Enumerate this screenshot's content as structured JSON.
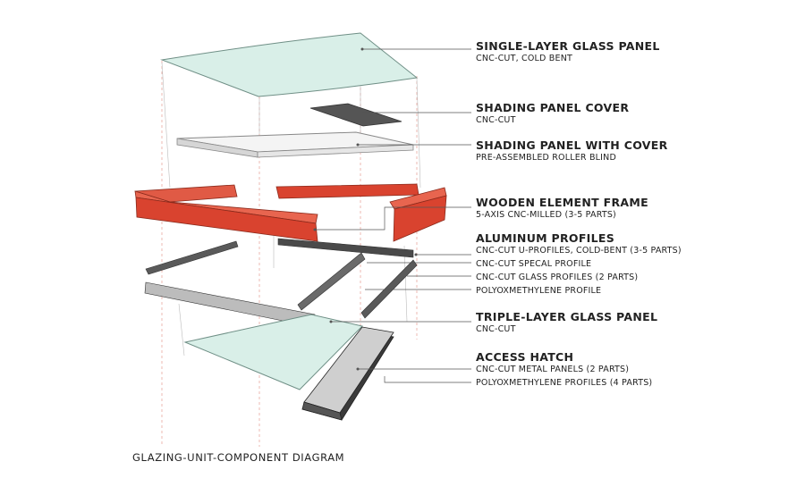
{
  "components": [
    {
      "title": "SINGLE-LAYER GLASS PANEL",
      "subs": [
        "CNC-CUT, COLD BENT"
      ]
    },
    {
      "title": "SHADING PANEL COVER",
      "subs": [
        "CNC-CUT"
      ]
    },
    {
      "title": "SHADING PANEL WITH COVER",
      "subs": [
        "PRE-ASSEMBLED ROLLER BLIND"
      ]
    },
    {
      "title": "WOODEN ELEMENT FRAME",
      "subs": [
        "5-AXIS CNC-MILLED (3-5 PARTS)"
      ]
    },
    {
      "title": "ALUMINUM PROFILES",
      "subs": [
        "CNC-CUT U-PROFILES, COLD-BENT (3-5 PARTS)",
        "CNC-CUT SPECAL PROFILE",
        "CNC-CUT GLASS PROFILES (2 PARTS)",
        "POLYOXMETHYLENE PROFILE"
      ]
    },
    {
      "title": "TRIPLE-LAYER GLASS PANEL",
      "subs": [
        "CNC-CUT"
      ]
    },
    {
      "title": "ACCESS HATCH",
      "subs": [
        "CNC-CUT METAL PANELS (2 PARTS)",
        "POLYOXMETHYLENE PROFILES (4 PARTS)"
      ]
    }
  ],
  "caption": "GLAZING-UNIT-COMPONENT DIAGRAM",
  "colors": {
    "glass": "#d9efe8",
    "wood_frame": "#d9432f",
    "metal": "#8c8c8c",
    "label_text": "#222222",
    "leader_line": "#555555",
    "guide_line": "#e08a80"
  }
}
